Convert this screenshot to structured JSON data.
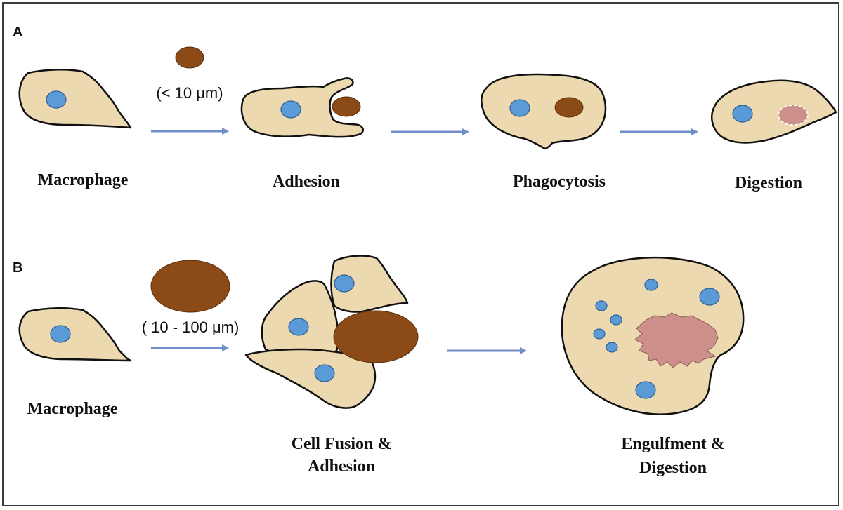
{
  "panels": {
    "a": {
      "letter": "A",
      "particle_size": "(< 10 μm)",
      "labels": {
        "macrophage": "Macrophage",
        "adhesion": "Adhesion",
        "phagocytosis": "Phagocytosis",
        "digestion": "Digestion"
      }
    },
    "b": {
      "letter": "B",
      "particle_size": "( 10 - 100 μm)",
      "labels": {
        "macrophage": "Macrophage",
        "fusion_line1": "Cell Fusion &",
        "fusion_line2": "Adhesion",
        "engulf_line1": "Engulfment &",
        "engulf_line2": "Digestion"
      }
    }
  },
  "colors": {
    "cell_fill": "#ecd9b0",
    "nucleus": "#5a9ad6",
    "particle": "#8b4a16",
    "digested_particle": "#cc8f8a",
    "arrow": "#6f8fcb"
  }
}
